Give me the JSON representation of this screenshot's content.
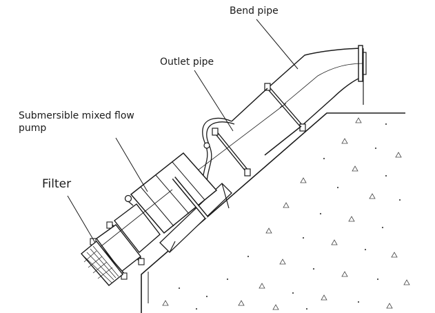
{
  "labels": {
    "bend_pipe": "Bend pipe",
    "outlet_pipe": "Outlet pipe",
    "pump": "Submersible mixed flow pump",
    "filter": "Filter"
  },
  "colors": {
    "line": "#1a1a1a",
    "background": "#ffffff",
    "concrete_speckle": "#444444"
  },
  "icons": [
    "bend-pipe",
    "outlet-pipe",
    "pump-body",
    "filter-screen",
    "flange",
    "lifting-eye",
    "power-cable",
    "concrete-slope"
  ]
}
